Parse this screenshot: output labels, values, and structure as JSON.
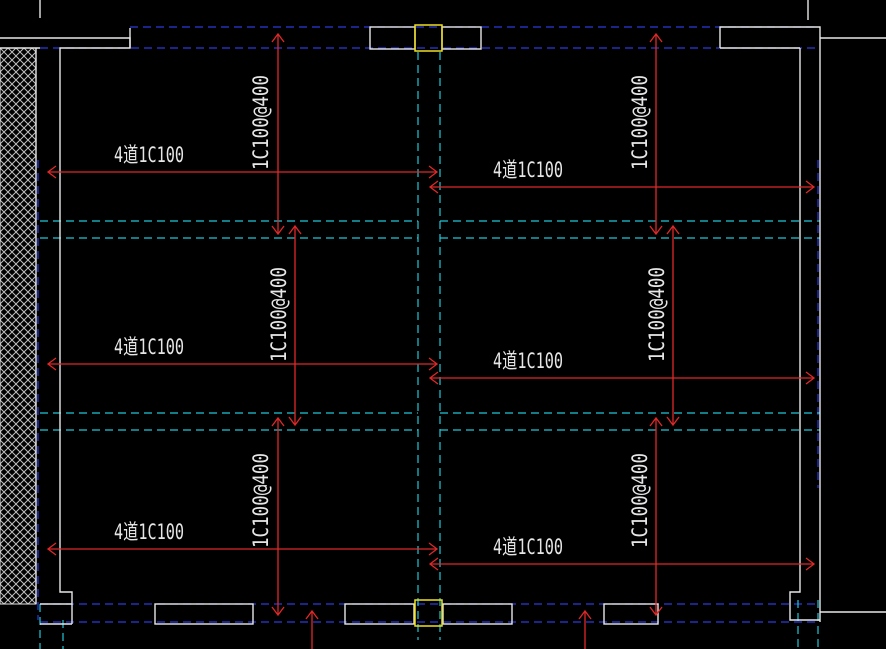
{
  "drawing": {
    "colors": {
      "background": "#000000",
      "wall": "#e8e8e8",
      "axis_dash": "#2b3bdc",
      "beam_dash": "#1ec8d8",
      "rebar": "#e02828",
      "column": "#f0e020",
      "hatch": "#bfbfbf",
      "text": "#e6e6e6"
    },
    "labels": {
      "h_row1_left": "4道1C100",
      "h_row1_right": "4道1C100",
      "h_row2_left": "4道1C100",
      "h_row2_right": "4道1C100",
      "h_row3_left": "4道1C100",
      "h_row3_right": "4道1C100",
      "v_row1_left": "1C100@400",
      "v_row1_right": "1C100@400",
      "v_row2_left": "1C100@400",
      "v_row2_right": "1C100@400",
      "v_row3_left": "1C100@400",
      "v_row3_right": "1C100@400"
    }
  }
}
